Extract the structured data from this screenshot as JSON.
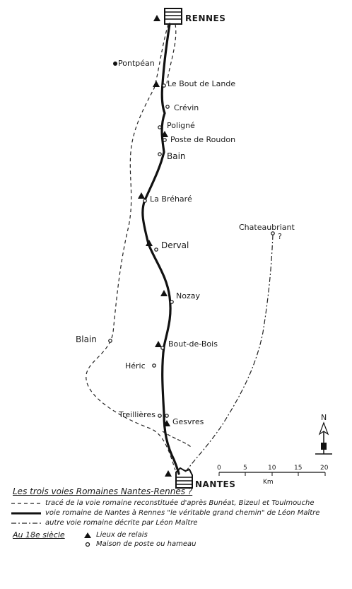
{
  "places": {
    "rennes": "RENNES",
    "pontpean": "Pontpéan",
    "bout_de_lande": "Le Bout de Lande",
    "crevin": "Crévin",
    "poligne": "Poligné",
    "poste_de_roudon": "Poste de Roudon",
    "bain": "Bain",
    "brehare": "La Bréharé",
    "chateaubriant": "Chateaubriant",
    "chateaubriant_q": "?",
    "derval": "Derval",
    "nozay": "Nozay",
    "blain": "Blain",
    "bout_de_bois": "Bout-de-Bois",
    "heric": "Héric",
    "treillieres": "Treillières",
    "gesvres": "Gesvres",
    "nantes": "NANTES"
  },
  "north_label": "N",
  "scale": {
    "ticks": [
      "0",
      "5",
      "10",
      "15",
      "20"
    ],
    "unit": "Km"
  },
  "legend": {
    "title": "Les trois voies Romaines  Nantes-Rennes ?",
    "items": [
      "tracé de la voie romaine  reconstituée d'après Bunéat, Bizeul et Toulmouche",
      "voie romaine de Nantes à Rennes \"le véritable grand chemin\" de Léon Maître",
      "autre voie romaine décrite par Léon Maître"
    ],
    "century_label": "Au 18e siècle",
    "relais": "Lieux de relais",
    "maison": "Maison de poste ou hameau"
  }
}
